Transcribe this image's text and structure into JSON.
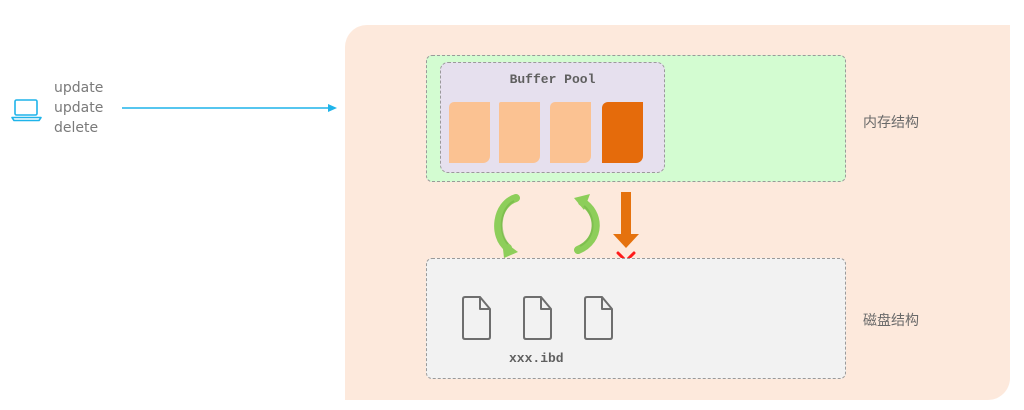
{
  "client": {
    "icon": "laptop-icon",
    "operations": [
      "update",
      "update",
      "delete"
    ]
  },
  "memory": {
    "label": "内存结构",
    "buffer_pool": {
      "title": "Buffer Pool",
      "pages": [
        {
          "state": "clean"
        },
        {
          "state": "clean"
        },
        {
          "state": "clean"
        },
        {
          "state": "dirty"
        }
      ]
    }
  },
  "disk": {
    "label": "磁盘结构",
    "file_label": "xxx.ibd",
    "file_count": 3
  },
  "flows": {
    "request": "client-to-memory",
    "exchange": [
      "load-from-disk",
      "flush-to-disk"
    ],
    "blocked_write": "direct-write-blocked"
  },
  "colors": {
    "request_arrow": "#1fb4ea",
    "container": "#fde9dc",
    "memory_bg": "#d3fcd1",
    "buffer_pool_bg": "#e6e0ee",
    "page_clean": "#fbc292",
    "page_dirty": "#e56b0b",
    "disk_bg": "#f2f2f2",
    "cycle_arrow": "#8dce5a",
    "blocked_arrow": "#e5720e",
    "blocked_x": "#ff1a1a"
  }
}
